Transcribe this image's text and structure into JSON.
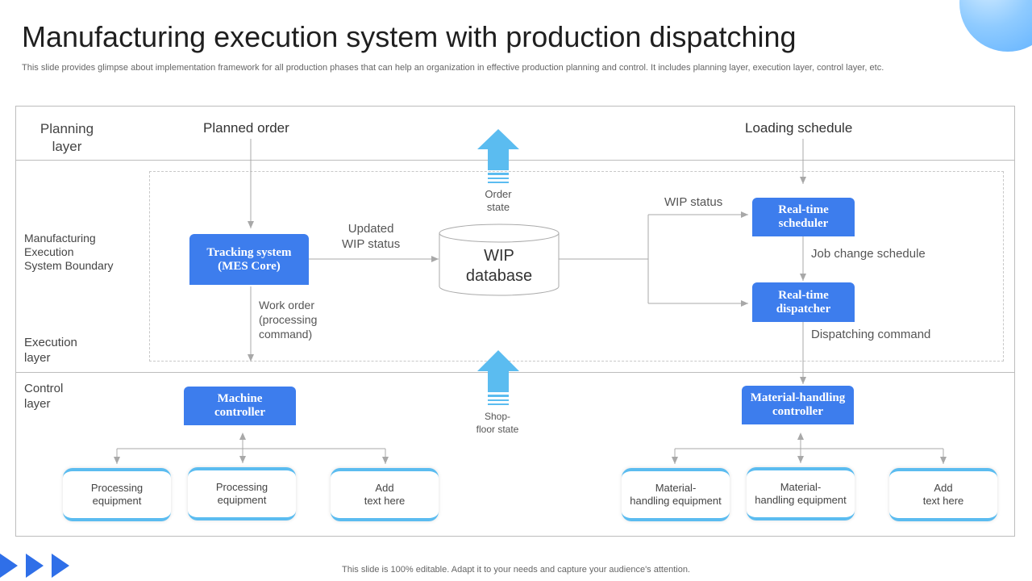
{
  "title": "Manufacturing execution system with production dispatching",
  "subtitle": "This slide provides glimpse about implementation framework for all production phases that can help an organization in effective production planning and control. It includes planning layer, execution layer,  control layer,  etc.",
  "footer": "This slide is 100% editable. Adapt it to your needs and capture your audience's attention.",
  "layers": {
    "planning": "Planning\nlayer",
    "mes_boundary": "Manufacturing\nExecution\nSystem Boundary",
    "execution": "Execution\nlayer",
    "control": "Control\nlayer"
  },
  "planning_items": {
    "planned_order": "Planned order",
    "loading_schedule": "Loading schedule"
  },
  "boxes": {
    "tracking_system": "Tracking system\n(MES Core)",
    "real_time_scheduler": "Real-time\nscheduler",
    "real_time_dispatcher": "Real-time\ndispatcher",
    "machine_controller": "Machine\ncontroller",
    "material_handling_controller": "Material-handling\ncontroller"
  },
  "database": {
    "label": "WIP\ndatabase"
  },
  "flow_labels": {
    "updated_wip_status": "Updated\nWIP status",
    "wip_status": "WIP status",
    "job_change_schedule": "Job change schedule",
    "dispatching_command": "Dispatching command",
    "work_order": "Work order\n(processing\ncommand)",
    "order_state": "Order\nstate",
    "shop_floor_state": "Shop-\nfloor state"
  },
  "equipment_left": [
    "Processing\nequipment",
    "Processing\nequipment",
    "Add\ntext here"
  ],
  "equipment_right": [
    "Material-\nhandling  equipment",
    "Material-\nhandling equipment",
    "Add\ntext here"
  ],
  "colors": {
    "box_blue": "#3d7ded",
    "arrow_light_blue": "#5bbcf0",
    "chevron_blue": "#2f6fe8",
    "connector_gray": "#a8a8a8"
  }
}
